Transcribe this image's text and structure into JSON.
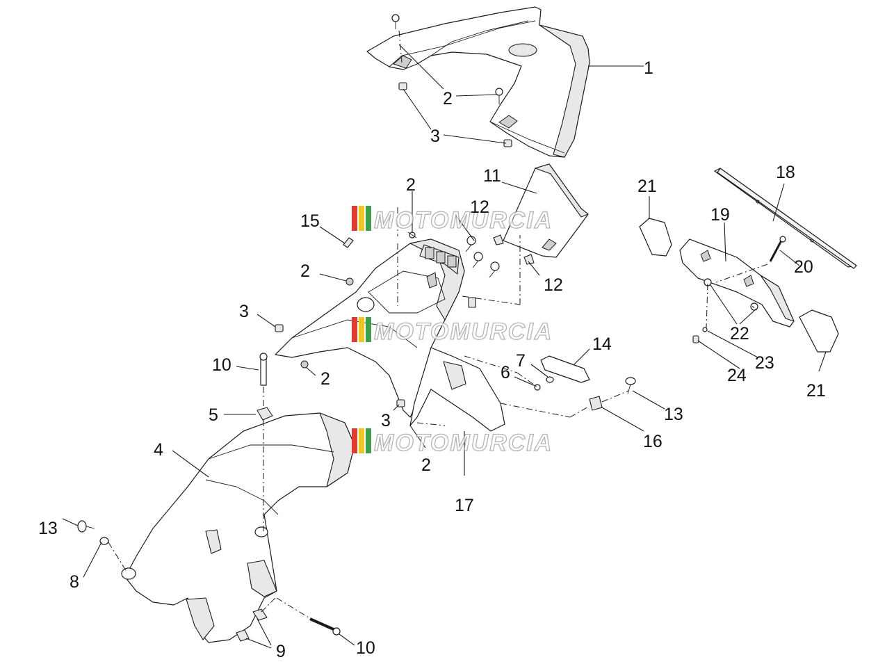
{
  "watermark": {
    "text": "MOTOMURCIA",
    "stripe_colors": [
      "#e23b2e",
      "#f3c51f",
      "#3aa14a"
    ]
  },
  "callouts": {
    "c1": "1",
    "c2a": "2",
    "c3a": "3",
    "c11": "11",
    "c2b": "2",
    "c12a": "12",
    "c15": "15",
    "c2c": "2",
    "c12b": "12",
    "c3b": "3",
    "c10a": "10",
    "c2d": "2",
    "c5": "5",
    "c4": "4",
    "c3c": "3",
    "c2e": "2",
    "c17": "17",
    "c14": "14",
    "c7": "7",
    "c6": "6",
    "c13a": "13",
    "c16": "16",
    "c13b": "13",
    "c8": "8",
    "c9": "9",
    "c10b": "10",
    "c18": "18",
    "c21a": "21",
    "c19": "19",
    "c20": "20",
    "c22": "22",
    "c23": "23",
    "c24": "24",
    "c21b": "21"
  }
}
